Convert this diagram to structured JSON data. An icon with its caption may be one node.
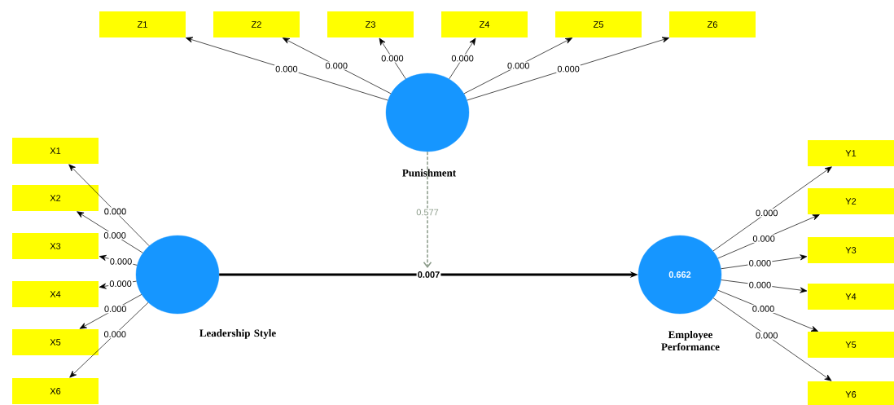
{
  "diagram": {
    "nodes": [
      {
        "text": [
          "Z1"
        ]
      },
      {
        "text": [
          "Z2"
        ]
      },
      {
        "text": [
          "Z3"
        ]
      },
      {
        "text": [
          "Z4"
        ]
      },
      {
        "text": [
          "Z5"
        ]
      },
      {
        "text": [
          "Z6"
        ]
      },
      {
        "text": [],
        "shape": "circle",
        "beside": [
          "Punishment"
        ]
      },
      {
        "text": [
          "X1"
        ]
      },
      {
        "text": [
          "X2"
        ]
      },
      {
        "text": [
          "X3"
        ]
      },
      {
        "text": [
          "X4"
        ]
      },
      {
        "text": [
          "X5"
        ]
      },
      {
        "text": [
          "X6"
        ]
      },
      {
        "text": [],
        "shape": "circle",
        "beside": [
          "Leadership Style"
        ]
      },
      {
        "text": [
          "0.662"
        ],
        "beside": [
          "Employee Performance"
        ]
      },
      {
        "text": [
          "Y1"
        ]
      },
      {
        "text": [
          "Y2"
        ]
      },
      {
        "text": [
          "Y3"
        ]
      },
      {
        "text": [
          "Y4"
        ]
      },
      {
        "text": [
          "Y5"
        ]
      },
      {
        "text": [
          "Y6"
        ]
      }
    ],
    "edges": [
      {
        "from": 6,
        "to": 0,
        "arrow": "to",
        "label": "0.000"
      },
      {
        "from": 6,
        "to": 1,
        "arrow": "to",
        "label": "0.000"
      },
      {
        "from": 6,
        "to": 2,
        "arrow": "to",
        "label": "0.000"
      },
      {
        "from": 6,
        "to": 3,
        "arrow": "to",
        "label": "0.000"
      },
      {
        "from": 6,
        "to": 4,
        "arrow": "to",
        "label": "0.000"
      },
      {
        "from": 6,
        "to": 5,
        "arrow": "to",
        "label": "0.000"
      },
      {
        "from": 13,
        "to": 7,
        "arrow": "to",
        "label": "0.000"
      },
      {
        "from": 13,
        "to": 8,
        "arrow": "to",
        "label": "0.000"
      },
      {
        "from": 13,
        "to": 9,
        "arrow": "to",
        "label": "0.000"
      },
      {
        "from": 13,
        "to": 10,
        "arrow": "to",
        "label": "0.000"
      },
      {
        "from": 13,
        "to": 11,
        "arrow": "to",
        "label": "0.000"
      },
      {
        "from": 13,
        "to": 12,
        "arrow": "to",
        "label": "0.000"
      },
      {
        "from": 13,
        "to": 14,
        "arrow": "to",
        "label": "0.007",
        "style": "thick"
      },
      {
        "from": 14,
        "to": 15,
        "arrow": "to",
        "label": "0.000"
      },
      {
        "from": 14,
        "to": 16,
        "arrow": "to",
        "label": "0.000"
      },
      {
        "from": 14,
        "to": 17,
        "arrow": "to",
        "label": "0.000"
      },
      {
        "from": 14,
        "to": 18,
        "arrow": "to",
        "label": "0.000"
      },
      {
        "from": 14,
        "to": 19,
        "arrow": "to",
        "label": "0.000"
      },
      {
        "from": 14,
        "to": 20,
        "arrow": "to",
        "label": "0.000"
      },
      {
        "from": 6,
        "to": null,
        "arrow": "to",
        "label": "0.577",
        "style": "dashed",
        "color": "#8a9a88"
      }
    ]
  }
}
